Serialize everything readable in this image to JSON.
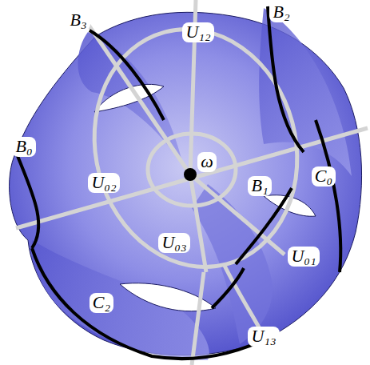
{
  "diagram": {
    "labels": [
      "B₃",
      "U₁₂",
      "B₂",
      "B₀",
      "ω",
      "U₀₂",
      "B₁",
      "C₀",
      "U₀₃",
      "U₀₁",
      "C₂",
      "U₁₃"
    ]
  }
}
